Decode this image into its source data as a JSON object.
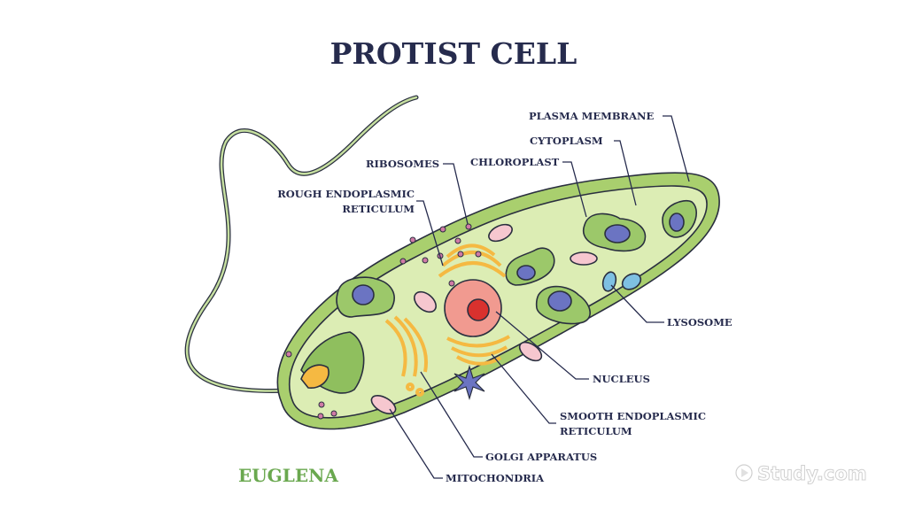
{
  "title": "PROTIST CELL",
  "subtitle": "EUGLENA",
  "watermark": "Study.com",
  "labels": {
    "plasma_membrane": "PLASMA MEMBRANE",
    "cytoplasm": "CYTOPLASM",
    "chloroplast": "CHLOROPLAST",
    "ribosomes": "RIBOSOMES",
    "rough_er_line1": "ROUGH ENDOPLASMIC",
    "rough_er_line2": "RETICULUM",
    "lysosome": "LYSOSOME",
    "nucleus": "NUCLEUS",
    "smooth_er_line1": "SMOOTH ENDOPLASMIC",
    "smooth_er_line2": "RETICULUM",
    "golgi": "GOLGI APPARATUS",
    "mitochondria": "MITOCHONDRIA"
  },
  "colors": {
    "membrane": "#a9cf6e",
    "cytoplasm": "#dcedb4",
    "chloroplast": "#9cc86a",
    "chloro_core": "#6b74c2",
    "nucleus": "#f19a90",
    "nucleolus": "#d9312e",
    "organelle_orange": "#f5b942",
    "lysosome": "#7ec0e2",
    "ribosome": "#d07aa6"
  }
}
